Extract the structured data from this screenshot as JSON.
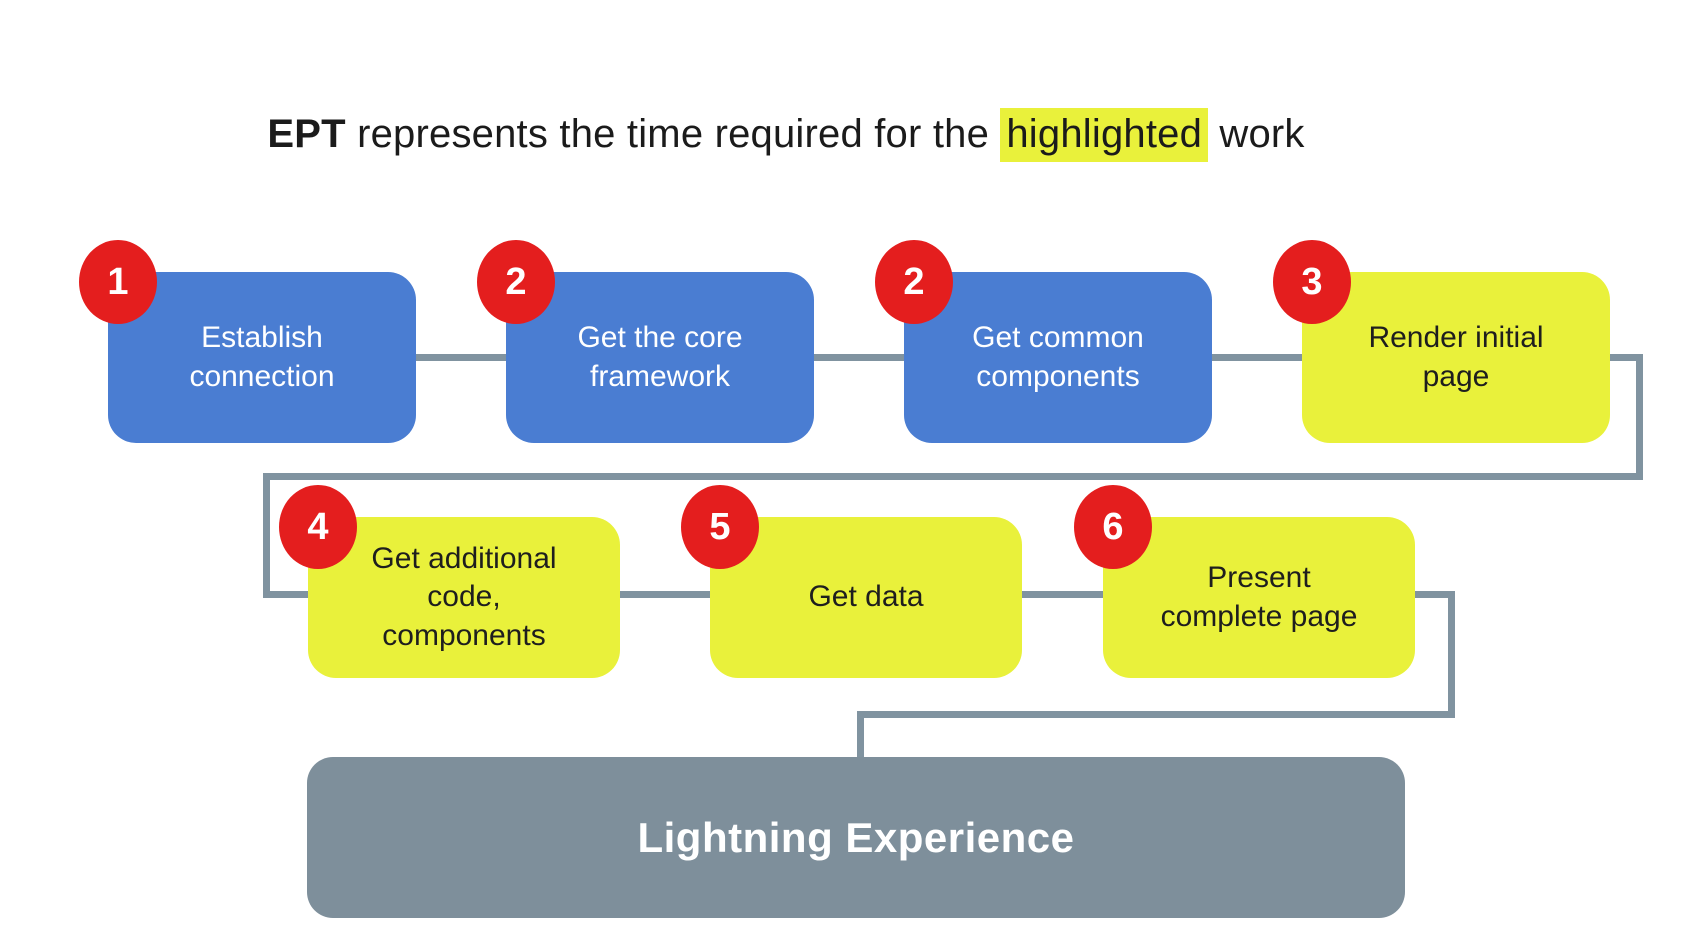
{
  "title": {
    "prefix_bold": "EPT",
    "middle": " represents the time required for the ",
    "highlight": "highlighted",
    "suffix": " work"
  },
  "steps": [
    {
      "number": "1",
      "label": "Establish\nconnection",
      "color": "blue"
    },
    {
      "number": "2",
      "label": "Get the core\nframework",
      "color": "blue"
    },
    {
      "number": "2",
      "label": "Get common\ncomponents",
      "color": "blue"
    },
    {
      "number": "3",
      "label": "Render initial\npage",
      "color": "yellow"
    },
    {
      "number": "4",
      "label": "Get additional\ncode,\ncomponents",
      "color": "yellow"
    },
    {
      "number": "5",
      "label": "Get data",
      "color": "yellow"
    },
    {
      "number": "6",
      "label": "Present\ncomplete page",
      "color": "yellow"
    }
  ],
  "footer": {
    "label": "Lightning Experience"
  },
  "colors": {
    "step_blue": "#4a7dd2",
    "step_yellow": "#e9f13b",
    "badge_red": "#e41e1e",
    "connector_gray": "#8093a0",
    "footer_gray": "#7e8f9b",
    "title_highlight": "#e9f13b"
  }
}
